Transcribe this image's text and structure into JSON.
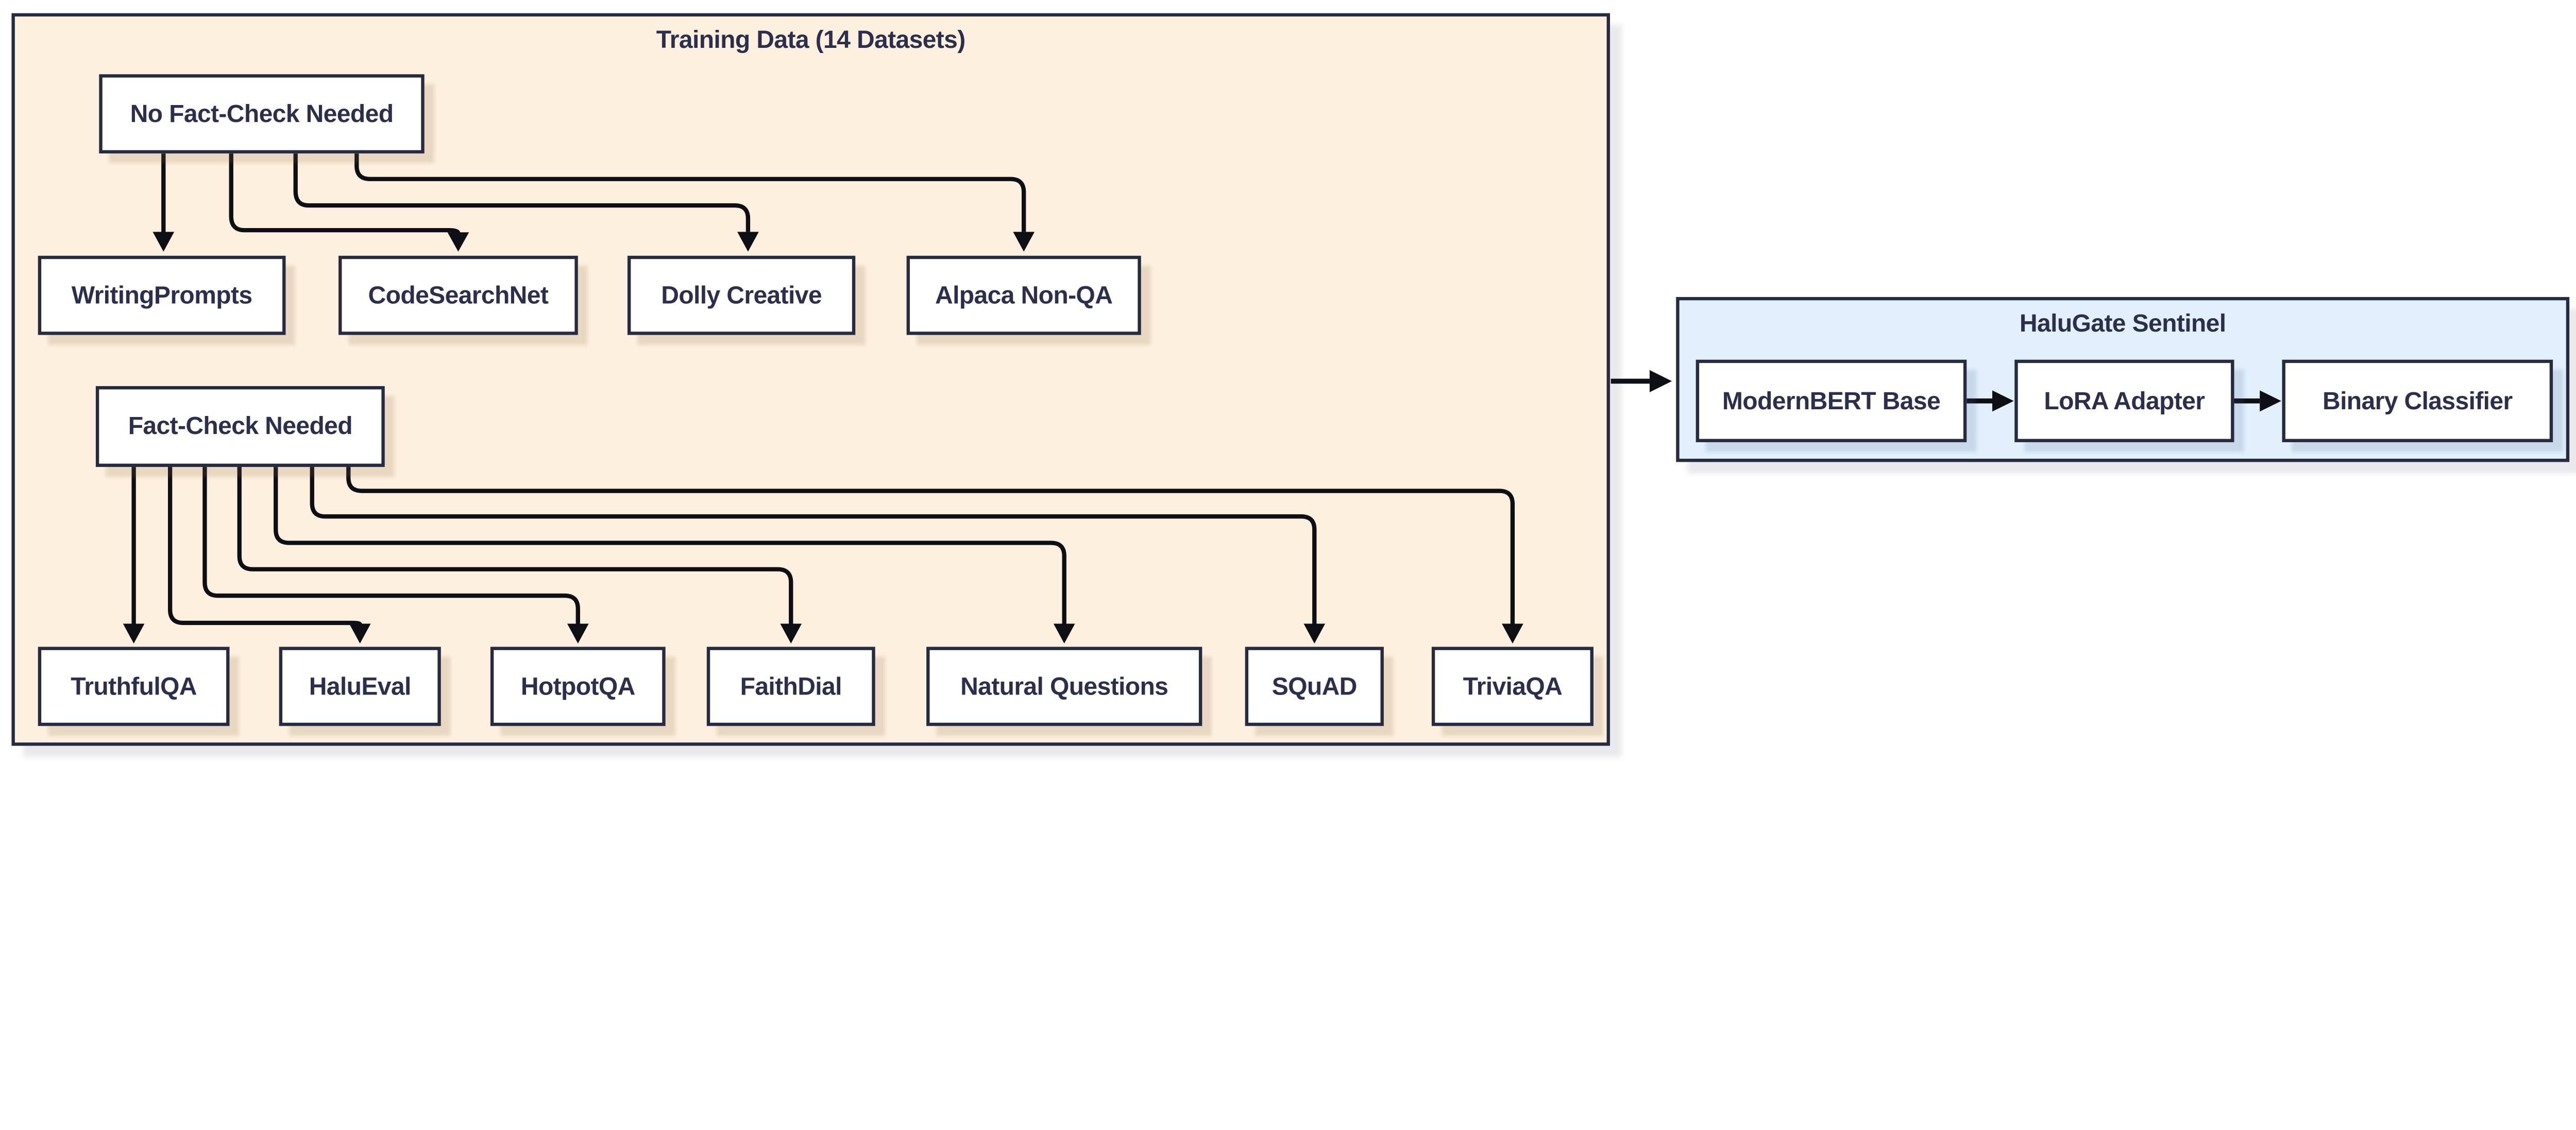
{
  "colors": {
    "canvas_bg": "#ffffff",
    "container_fill": "#fdf0de",
    "sentinel_fill": "#e2effc",
    "border": "#272b40",
    "text": "#2b2f4c",
    "connector": "#0e0e15"
  },
  "training": {
    "title": "Training Data (14 Datasets)",
    "groups": [
      {
        "label": "No Fact-Check Needed",
        "datasets": [
          "WritingPrompts",
          "CodeSearchNet",
          "Dolly Creative",
          "Alpaca Non-QA"
        ]
      },
      {
        "label": "Fact-Check Needed",
        "datasets": [
          "TruthfulQA",
          "HaluEval",
          "HotpotQA",
          "FaithDial",
          "Natural Questions",
          "SQuAD",
          "TriviaQA"
        ]
      }
    ]
  },
  "sentinel": {
    "title": "HaluGate Sentinel",
    "pipeline": [
      "ModernBERT Base",
      "LoRA Adapter",
      "Binary Classifier"
    ]
  }
}
